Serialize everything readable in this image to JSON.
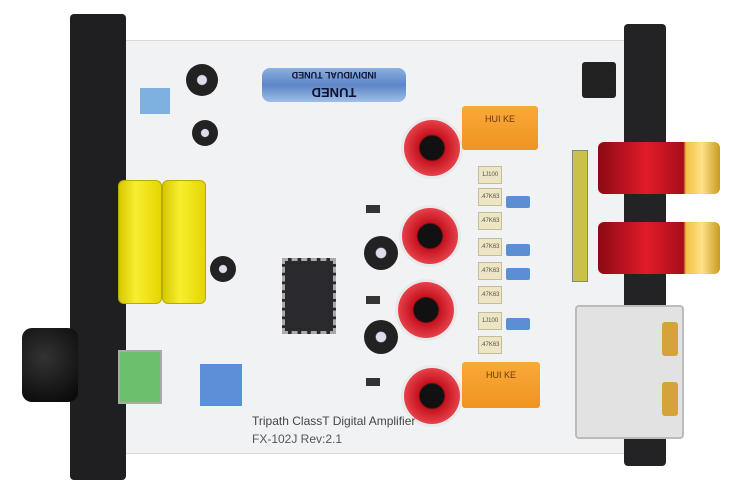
{
  "board": {
    "brand_text": "Tripath ClassT Digital Amplifier",
    "model_text": "FX-102J Rev:2.1"
  },
  "capacitor": {
    "line1": "TUNED",
    "line2": "INDIVIDUAL TUNED"
  },
  "relays": [
    {
      "label": "HUI KE"
    },
    {
      "label": "HUI KE"
    }
  ],
  "film_caps": [
    ".47K63",
    ".47K63",
    ".47K63",
    ".47K63",
    ".47K63",
    ".47K63",
    "1J100",
    "1J100"
  ]
}
